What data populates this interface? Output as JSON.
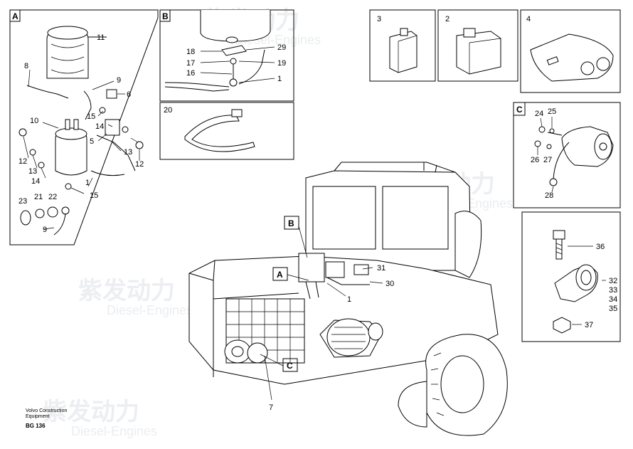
{
  "panels": {
    "A": {
      "letter": "A",
      "labels": [
        "11",
        "8",
        "9",
        "6",
        "10",
        "15",
        "14",
        "5",
        "12",
        "13",
        "14",
        "13",
        "12",
        "1",
        "15",
        "23",
        "21",
        "22",
        "9"
      ]
    },
    "B": {
      "letter": "B",
      "labels": [
        "29",
        "18",
        "17",
        "19",
        "16",
        "1"
      ]
    },
    "box20": {
      "label": "20"
    },
    "box3": {
      "label": "3"
    },
    "box2": {
      "label": "2"
    },
    "box4": {
      "label": "4"
    },
    "C": {
      "letter": "C",
      "labels": [
        "24",
        "25",
        "26",
        "27",
        "28"
      ]
    },
    "bolt": {
      "labels": [
        "36",
        "32",
        "33",
        "34",
        "35",
        "37"
      ]
    }
  },
  "main": {
    "callout_letters": [
      "B",
      "A",
      "C"
    ],
    "labels": [
      "31",
      "30",
      "1",
      "7"
    ]
  },
  "watermark": {
    "brand_cn": "紫发动力",
    "brand_en": "Diesel-Engines"
  },
  "footer": {
    "line1": "Volvo Construction",
    "line2": "Equipment",
    "ref": "BG 136"
  }
}
